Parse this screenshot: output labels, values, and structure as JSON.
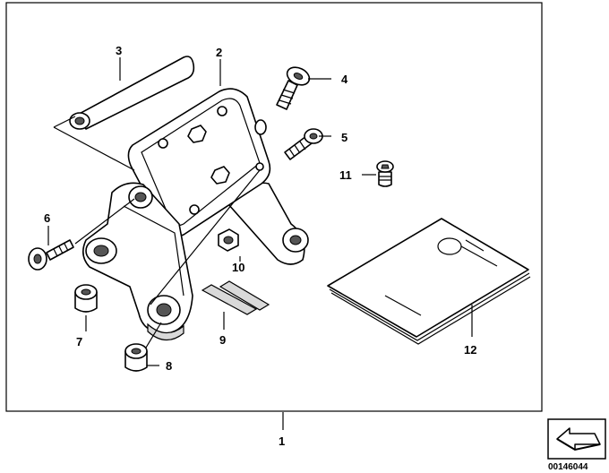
{
  "diagram": {
    "callouts": [
      {
        "id": "1",
        "text": "1"
      },
      {
        "id": "2",
        "text": "2"
      },
      {
        "id": "3",
        "text": "3"
      },
      {
        "id": "4",
        "text": "4"
      },
      {
        "id": "5",
        "text": "5"
      },
      {
        "id": "6",
        "text": "6"
      },
      {
        "id": "7",
        "text": "7"
      },
      {
        "id": "8",
        "text": "8"
      },
      {
        "id": "9",
        "text": "9"
      },
      {
        "id": "10",
        "text": "10"
      },
      {
        "id": "11",
        "text": "11"
      },
      {
        "id": "12",
        "text": "12"
      }
    ],
    "reference_number": "00146044"
  }
}
